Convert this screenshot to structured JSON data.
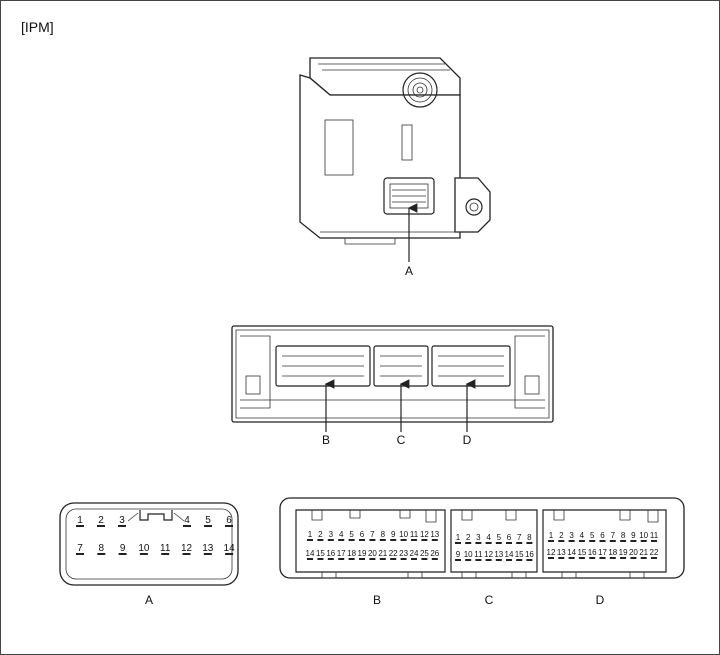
{
  "diagram": {
    "title": "[IPM]",
    "unit_callout": "A",
    "side_callouts": [
      "B",
      "C",
      "D"
    ],
    "face_captions": [
      "A",
      "B",
      "C",
      "D"
    ],
    "connector_a": {
      "row1": [
        "1",
        "2",
        "3",
        "4",
        "5",
        "6"
      ],
      "row2": [
        "7",
        "8",
        "9",
        "10",
        "11",
        "12",
        "13",
        "14"
      ]
    },
    "connector_b": {
      "row1": [
        "1",
        "2",
        "3",
        "4",
        "5",
        "6",
        "7",
        "8",
        "9",
        "10",
        "11",
        "12",
        "13"
      ],
      "row2": [
        "14",
        "15",
        "16",
        "17",
        "18",
        "19",
        "20",
        "21",
        "22",
        "23",
        "24",
        "25",
        "26"
      ]
    },
    "connector_c": {
      "row1": [
        "1",
        "2",
        "3",
        "4",
        "5",
        "6",
        "7",
        "8"
      ],
      "row2": [
        "9",
        "10",
        "11",
        "12",
        "13",
        "14",
        "15",
        "16"
      ]
    },
    "connector_d": {
      "row1": [
        "1",
        "2",
        "3",
        "4",
        "5",
        "6",
        "7",
        "8",
        "9",
        "10",
        "11"
      ],
      "row2": [
        "12",
        "13",
        "14",
        "15",
        "16",
        "17",
        "18",
        "19",
        "20",
        "21",
        "22"
      ]
    }
  }
}
